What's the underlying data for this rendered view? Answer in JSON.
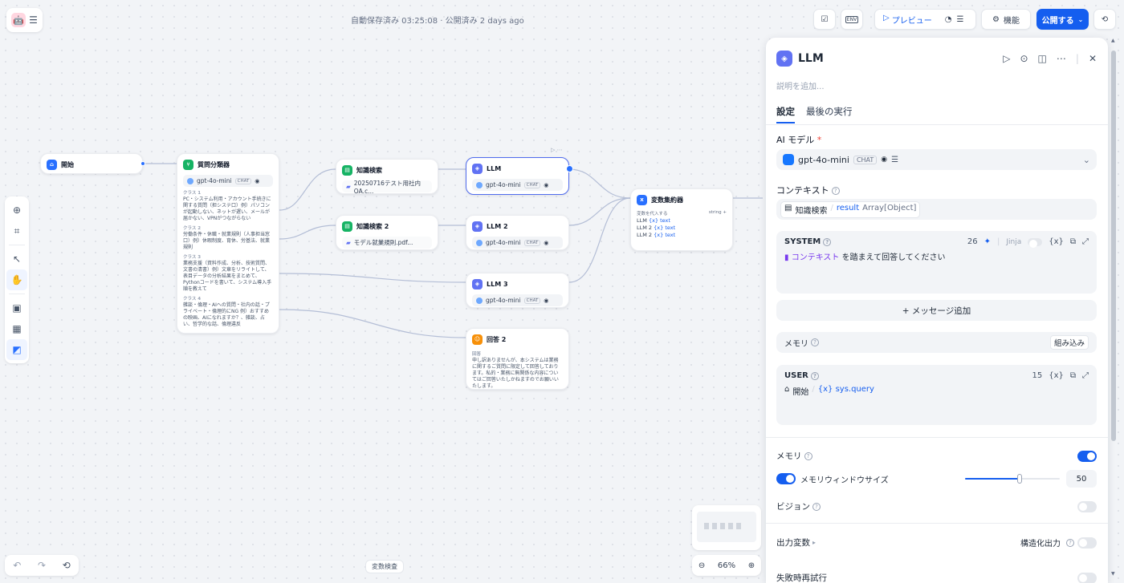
{
  "header": {
    "autosave": "自動保存済み 03:25:08 · 公開済み 2 days ago",
    "preview": "プレビュー",
    "features": "機能",
    "publish": "公開する",
    "env": "ENV"
  },
  "nodes": {
    "start": {
      "title": "開始"
    },
    "classifier": {
      "title": "質問分類器",
      "model": "gpt-4o-mini",
      "mode": "CHAT",
      "classes": [
        {
          "label": "クラス 1",
          "text": "PC・システム利用・アカウント手続きに関する質問（担システ口）例）パソコンが起動しない、ネットが遅い、メールが届かない、VPNがつながらない"
        },
        {
          "label": "クラス 2",
          "text": "労働条件・休職・就業規則（人事担当窓口）例）休暇制度、育休、労基法、就業規則"
        },
        {
          "label": "クラス 3",
          "text": "業務支援（資料作成、分析、技術質問、文書の清書）例）文章をリライトして、表目データの分析結果をまとめて、Pythonコードを書いて、システム導入手順を教えて"
        },
        {
          "label": "クラス 4",
          "text": "雑談・倫理・AIへの質問・社内の話・プライベート・倫理的にNG 例）おすすめの映画、AIになれますか？、雑談、占い、哲学的な話、倫理違反"
        }
      ]
    },
    "kr1": {
      "title": "知識検索",
      "file": "20250716テスト用社内QA.c..."
    },
    "kr2": {
      "title": "知識検索 2",
      "file": "モデル就業規則.pdf..."
    },
    "llm1": {
      "title": "LLM",
      "model": "gpt-4o-mini",
      "mode": "CHAT"
    },
    "llm2": {
      "title": "LLM 2",
      "model": "gpt-4o-mini",
      "mode": "CHAT"
    },
    "llm3": {
      "title": "LLM 3",
      "model": "gpt-4o-mini",
      "mode": "CHAT"
    },
    "agg": {
      "title": "変数集約器",
      "sub": "変数を代入する",
      "type": "string",
      "items": [
        {
          "node": "LLM",
          "var": "text"
        },
        {
          "node": "LLM 2",
          "var": "text"
        },
        {
          "node": "LLM 2",
          "var": "text"
        }
      ]
    },
    "answer": {
      "title": "回答 2",
      "label": "回答",
      "text": "申し訳ありませんが、本システムは業務に関するご質問に限定して回答しております。私的・業務に無関係な内容についてはご回答いたしかねますのでお願いいたします。"
    }
  },
  "canvas": {
    "zoom": "66%",
    "var_inspect": "変数検査"
  },
  "panel": {
    "title": "LLM",
    "desc_placeholder": "説明を追加...",
    "tabs": [
      "設定",
      "最後の実行"
    ],
    "model_label": "AI モデル",
    "required": "*",
    "model": "gpt-4o-mini",
    "mode": "CHAT",
    "context_label": "コンテキスト",
    "context_node": "知識検索",
    "context_var": "result",
    "context_type": "Array[Object]",
    "system": {
      "label": "SYSTEM",
      "count": "26",
      "jinja": "Jinja",
      "ctx_chip": "コンテキスト",
      "text": "を踏まえて回答してください"
    },
    "add_message": "+ メッセージ追加",
    "memory_label": "メモリ",
    "builtin": "組み込み",
    "user": {
      "label": "USER",
      "count": "15",
      "node": "開始",
      "var": "sys.query"
    },
    "memory2_label": "メモリ",
    "window_label": "メモリウィンドウサイズ",
    "window_value": "50",
    "window_fraction": 0.58,
    "vision_label": "ビジョン",
    "output_label": "出力変数",
    "structured_label": "構造化出力",
    "retry_label": "失敗時再試行"
  },
  "colors": {
    "accent": "#155eef",
    "node_border": "#4f6bed",
    "edge": "#b0bbd3"
  }
}
